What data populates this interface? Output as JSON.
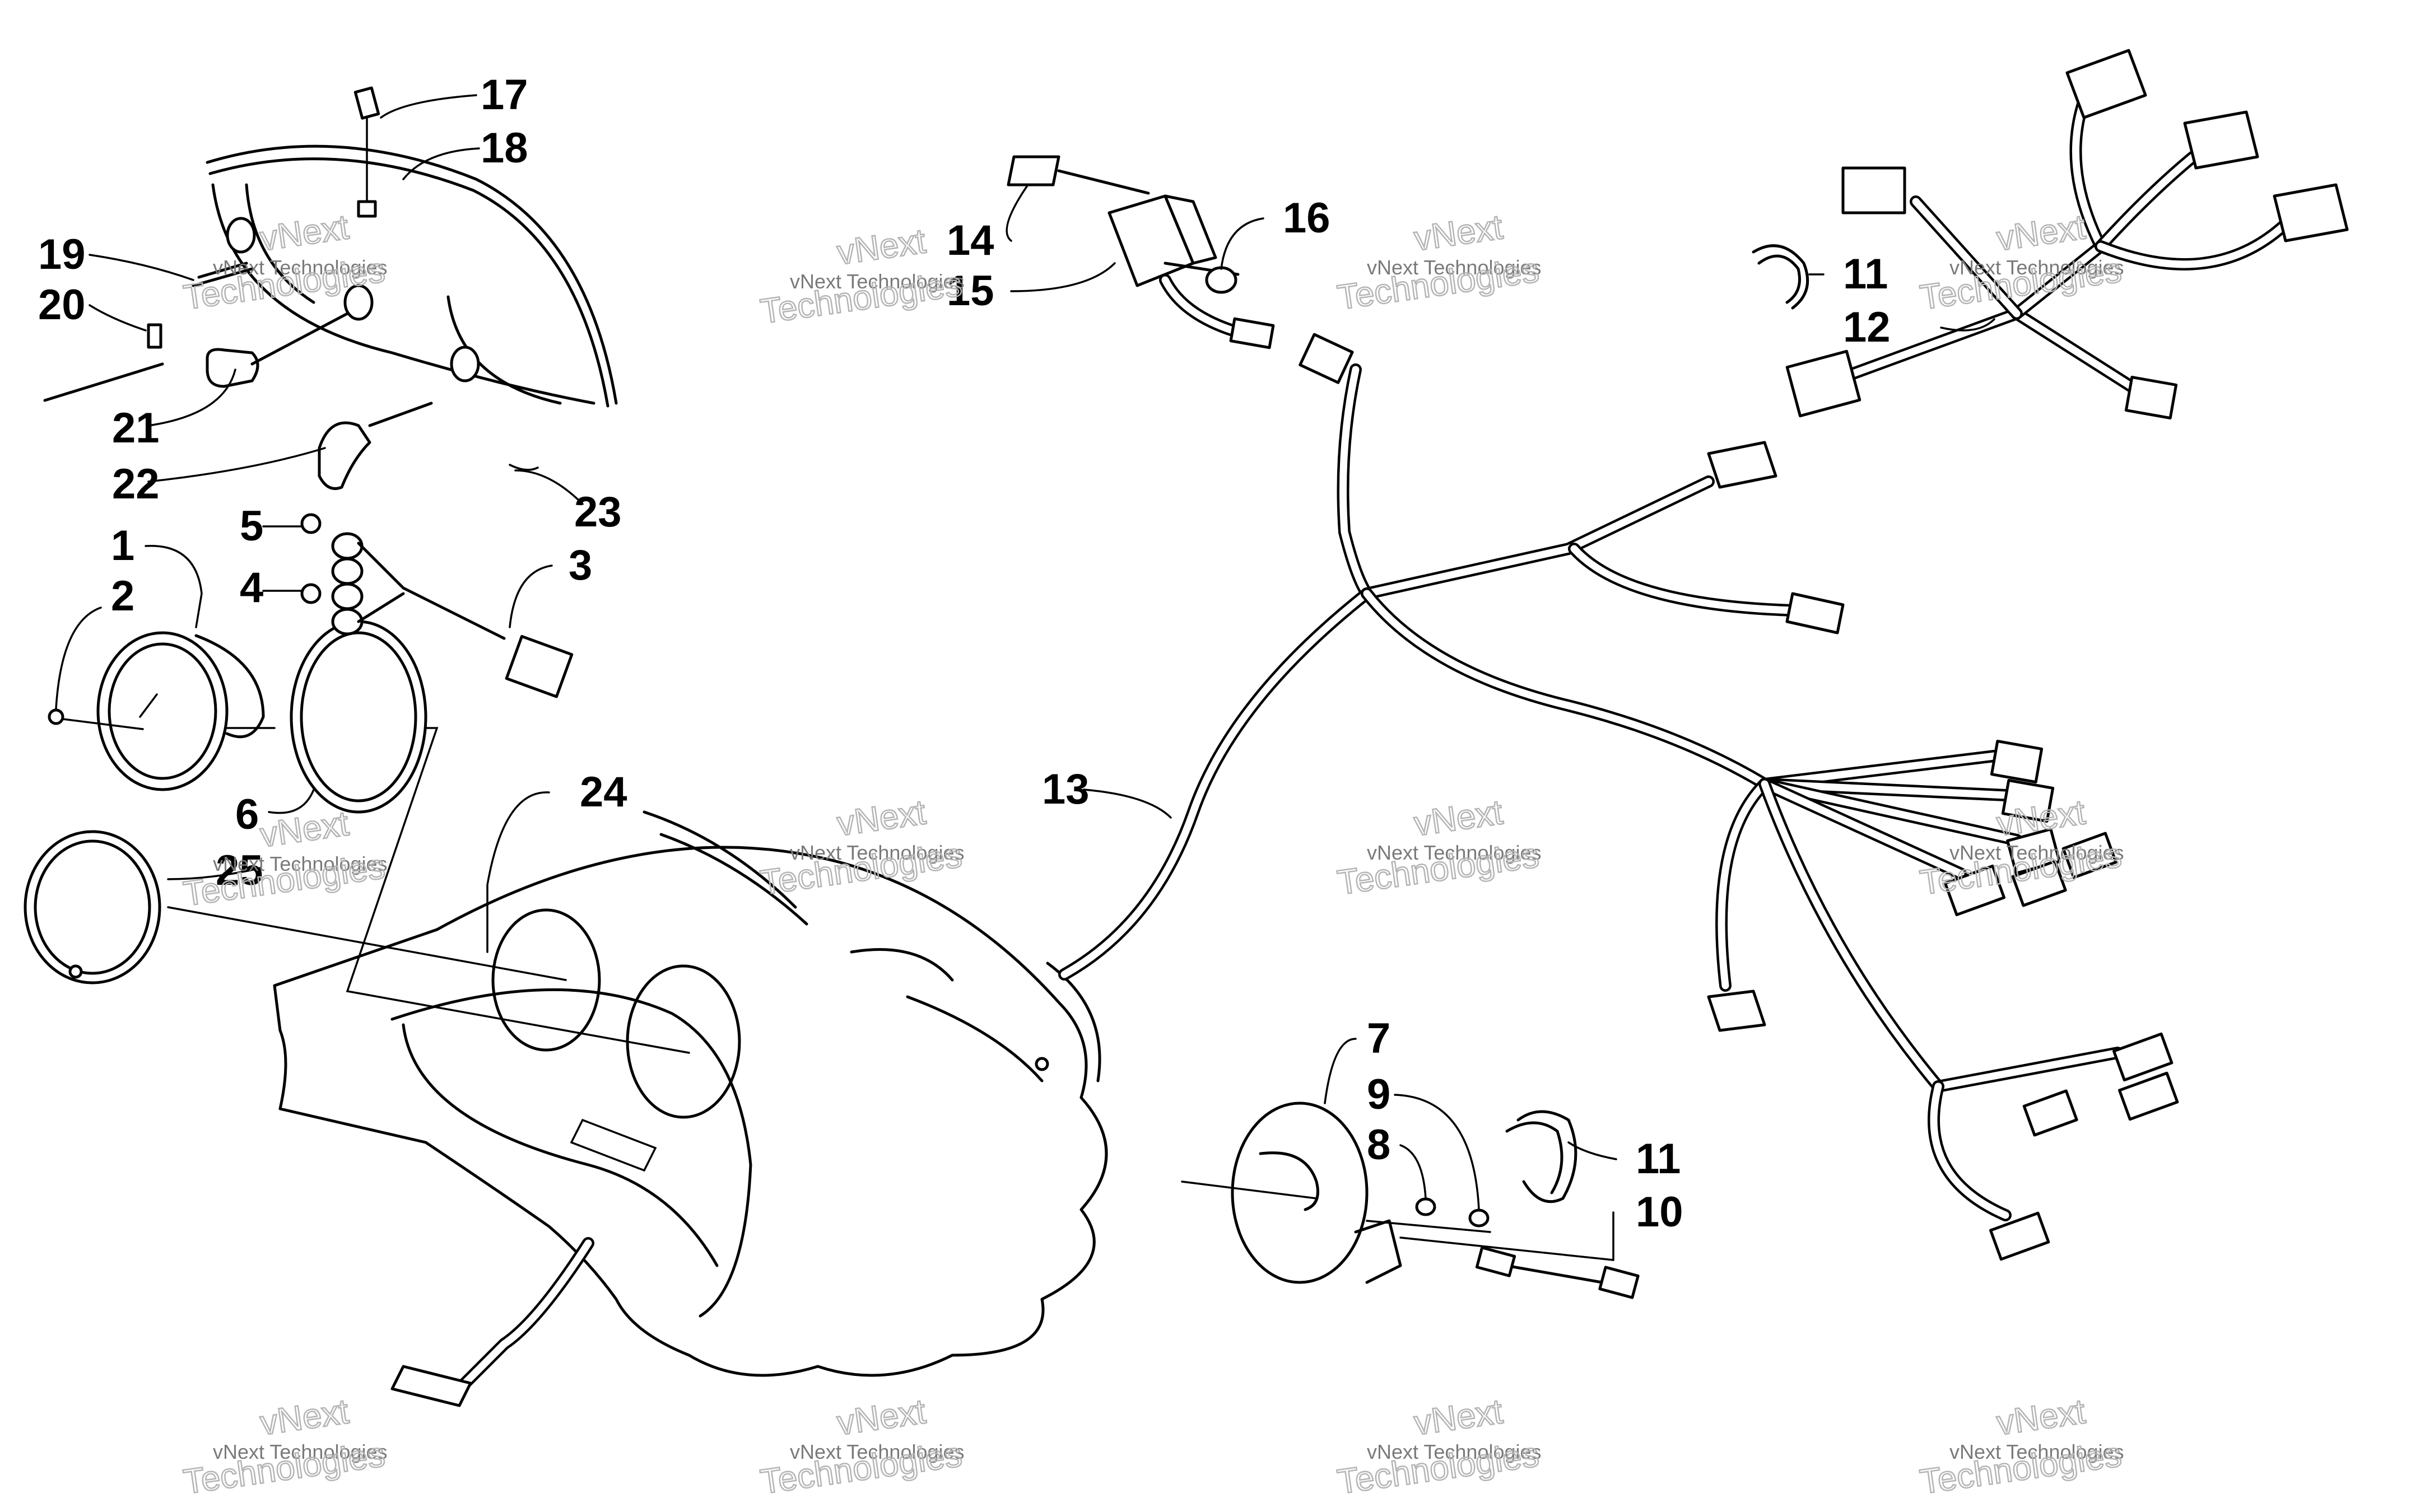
{
  "diagram": {
    "callouts": [
      {
        "id": "17",
        "text": "17"
      },
      {
        "id": "18",
        "text": "18"
      },
      {
        "id": "19",
        "text": "19"
      },
      {
        "id": "20",
        "text": "20"
      },
      {
        "id": "21",
        "text": "21"
      },
      {
        "id": "22",
        "text": "22"
      },
      {
        "id": "23",
        "text": "23"
      },
      {
        "id": "5",
        "text": "5"
      },
      {
        "id": "1",
        "text": "1"
      },
      {
        "id": "2",
        "text": "2"
      },
      {
        "id": "4",
        "text": "4"
      },
      {
        "id": "3",
        "text": "3"
      },
      {
        "id": "6",
        "text": "6"
      },
      {
        "id": "25",
        "text": "25"
      },
      {
        "id": "24",
        "text": "24"
      },
      {
        "id": "14",
        "text": "14"
      },
      {
        "id": "15",
        "text": "15"
      },
      {
        "id": "16",
        "text": "16"
      },
      {
        "id": "11a",
        "text": "11"
      },
      {
        "id": "12",
        "text": "12"
      },
      {
        "id": "13",
        "text": "13"
      },
      {
        "id": "7",
        "text": "7"
      },
      {
        "id": "9",
        "text": "9"
      },
      {
        "id": "8",
        "text": "8"
      },
      {
        "id": "11b",
        "text": "11"
      },
      {
        "id": "10",
        "text": "10"
      }
    ],
    "watermark": {
      "small": "vNext Technologies",
      "big_top": "vNext",
      "big_bottom": "Technologies"
    }
  }
}
